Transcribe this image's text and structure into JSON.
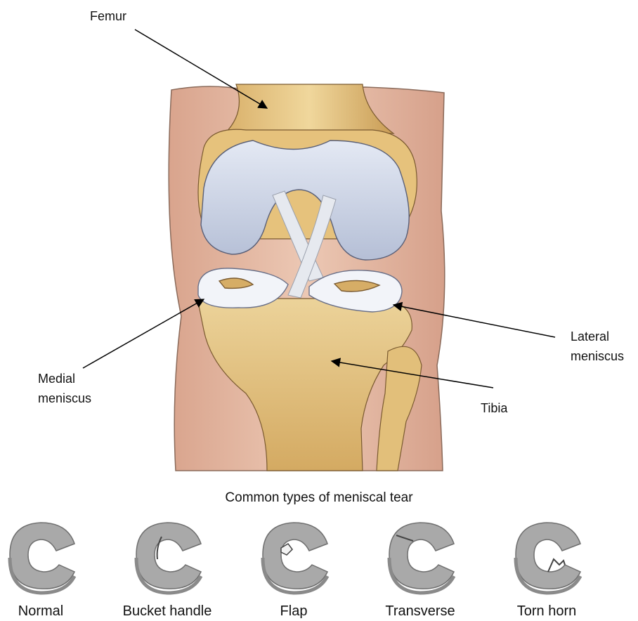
{
  "labels": {
    "femur": "Femur",
    "lateral_meniscus": [
      "Lateral",
      "meniscus"
    ],
    "medial_meniscus": [
      "Medial",
      "meniscus"
    ],
    "tibia": "Tibia"
  },
  "tears": {
    "caption": "Common types of meniscal tear",
    "items": [
      "Normal",
      "Bucket handle",
      "Flap",
      "Transverse",
      "Torn horn"
    ]
  },
  "colors": {
    "skin": "#e3b7a1",
    "bone": "#e9c989",
    "bone_shade": "#c9a15a",
    "cartilage": "#cfd6e6",
    "meniscus": "#eef1f7",
    "tear_gray": "#a9a9a9"
  }
}
